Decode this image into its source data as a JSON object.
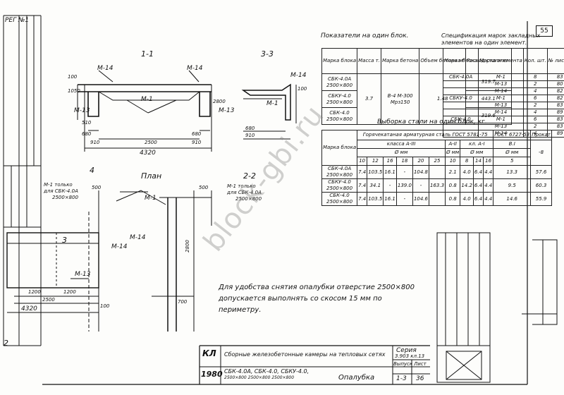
{
  "page": {
    "page_number": "55",
    "left_stamp_code": "РЕГ №1"
  },
  "sections": {
    "s11": "1-1",
    "s33": "3-3",
    "plan": "План",
    "s22": "2-2",
    "s4": "4",
    "s3": "3",
    "s2": "2"
  },
  "section11": {
    "m14a": "M-14",
    "m14b": "M-14",
    "m13": "M-13",
    "m1": "M-1",
    "d510": "510",
    "d680a": "680",
    "d910a": "910",
    "d2500": "2500",
    "d680b": "680",
    "d910b": "910",
    "d4320": "4320",
    "d1050": "1050",
    "d100a": "100",
    "d2800": "2800"
  },
  "section33": {
    "m14": "M-14",
    "m13": "M-13",
    "m1": "M-1",
    "d680": "680",
    "d910": "910",
    "d100": "100"
  },
  "plan_view": {
    "m1_only": "M-1 только",
    "for_block": "для СБК-4.0А",
    "block_size": "2500×800",
    "m1": "M-1",
    "m14": "M-14",
    "m13": "M-13",
    "d500": "500",
    "d1200a": "1200",
    "d1200b": "1200",
    "d2500": "2500",
    "d4320": "4320",
    "d100": "100"
  },
  "section22": {
    "m1_only": "M-1 только",
    "for_block": "для СБК-4.0А",
    "block_size": "2500×800",
    "m14": "M-14",
    "d500": "500",
    "d2800": "2800",
    "d700": "700"
  },
  "indicators": {
    "title": "Показатели на один блок.",
    "headers": [
      "Марка блока",
      "Масса т.",
      "Марка бетона",
      "Объем бетона м³",
      "Расход стали кг."
    ],
    "rows": [
      {
        "mark": "СБК-4.0А",
        "size": "2500×800",
        "mass": "3.7",
        "concrete": "В-4 М-300 Мрз150",
        "volume": "1.48",
        "steel": "319.7"
      },
      {
        "mark": "СБКУ-4.0",
        "size": "2500×800",
        "mass": "",
        "concrete": "",
        "volume": "",
        "steel": "443.1"
      },
      {
        "mark": "СБК-4.0",
        "size": "2500×800",
        "mass": "",
        "concrete": "",
        "volume": "",
        "steel": "319.6"
      }
    ]
  },
  "spec": {
    "title": "Спецификация марок закладных элементов на один элемент.",
    "headers": [
      "Марка блока",
      "Марка элемента",
      "Кол. шт.",
      "№ листа."
    ],
    "rows": [
      [
        "СБК-4.0А",
        "М-1",
        "8",
        "83"
      ],
      [
        "",
        "М-13",
        "2",
        "80"
      ],
      [
        "",
        "М-14",
        "4",
        "82"
      ],
      [
        "СБКУ-4.0",
        "М-1",
        "6",
        "82"
      ],
      [
        "",
        "М-13",
        "2",
        "83"
      ],
      [
        "",
        "М-14",
        "4",
        "89"
      ],
      [
        "СБК-4.0",
        "М-1",
        "6",
        "83"
      ],
      [
        "",
        "М-13",
        "2",
        "83"
      ],
      [
        "",
        "М-14",
        "4",
        "89"
      ]
    ]
  },
  "steel_sel": {
    "title": "Выборка стали на один блок, кг.",
    "h_mark": "Марка блока",
    "h_hot": "Горячекатаная арматурная сталь ГОСТ 5781-75",
    "h_gost": "ГОСТ 6727-53",
    "h_prokat": "Прокат",
    "h_class3": "класса А-III",
    "h_class1": "кл. А-I",
    "h_a2": "А-II",
    "h_dmm": "Ø мм",
    "h_bi": "В.I",
    "diams": [
      "10",
      "12",
      "16",
      "18",
      "20",
      "25",
      "10",
      "8",
      "14",
      "16",
      "5",
      "-8"
    ],
    "rows": [
      {
        "mark": "СБК-4.0А",
        "size": "2500×800",
        "vals": [
          "7.4",
          "103.5",
          "16.1",
          "-",
          "104.8",
          "",
          "2.1",
          "4.0",
          "6.4",
          "4.4",
          "13.3",
          "57.6"
        ]
      },
      {
        "mark": "СБКУ-4.0",
        "size": "2500×800",
        "vals": [
          "7.4",
          "34.1",
          "-",
          "139.0",
          "-",
          "163.3",
          "0.8",
          "14.2",
          "6.4",
          "4.4",
          "9.5",
          "60.3"
        ]
      },
      {
        "mark": "СБК-4.0",
        "size": "2500×800",
        "vals": [
          "7.4",
          "103.5",
          "16.1",
          "-",
          "104.6",
          "",
          "0.8",
          "4.0",
          "6.4",
          "4.4",
          "14.6",
          "55.9"
        ]
      }
    ]
  },
  "note": {
    "text": "Для удобства снятия опалубки отверстие 2500×800 допускается выполнять со скосом 15 мм по периметру."
  },
  "titleblock": {
    "kl": "КЛ",
    "year": "1980",
    "title": "Сборные железобетонные камеры на тепловых сетях",
    "blocks": "СБК-4.0А, СБК-4.0, СБКУ-4.0,",
    "sizes": "2500×800  2500×800  2500×800",
    "sheet_name": "Опалубка",
    "series_label": "Серия",
    "series": "3.903 кл.13",
    "issue_label": "Выпуск",
    "issue": "1-3",
    "sheet_label": "Лист",
    "sheet": "36"
  },
  "watermark": "block-gbi.ru",
  "colors": {
    "ink": "#111111",
    "paper": "#fdfdfb",
    "watermark": "#888888"
  }
}
